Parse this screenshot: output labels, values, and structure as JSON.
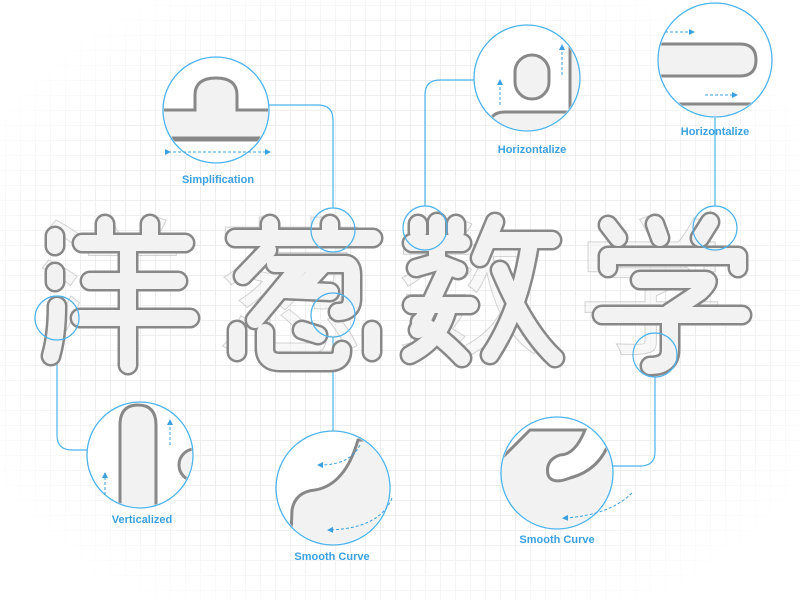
{
  "title_lettering": "洋葱数学",
  "colors": {
    "accent": "#4db3ec",
    "outline": "#888888",
    "fill": "#f2f2f2",
    "label": "#3aa0e0"
  },
  "callouts": [
    {
      "label": "Simplification"
    },
    {
      "label": "Horizontalize"
    },
    {
      "label": "Horizontalize"
    },
    {
      "label": "Verticalized"
    },
    {
      "label": "Smooth Curve"
    },
    {
      "label": "Smooth Curve"
    }
  ]
}
